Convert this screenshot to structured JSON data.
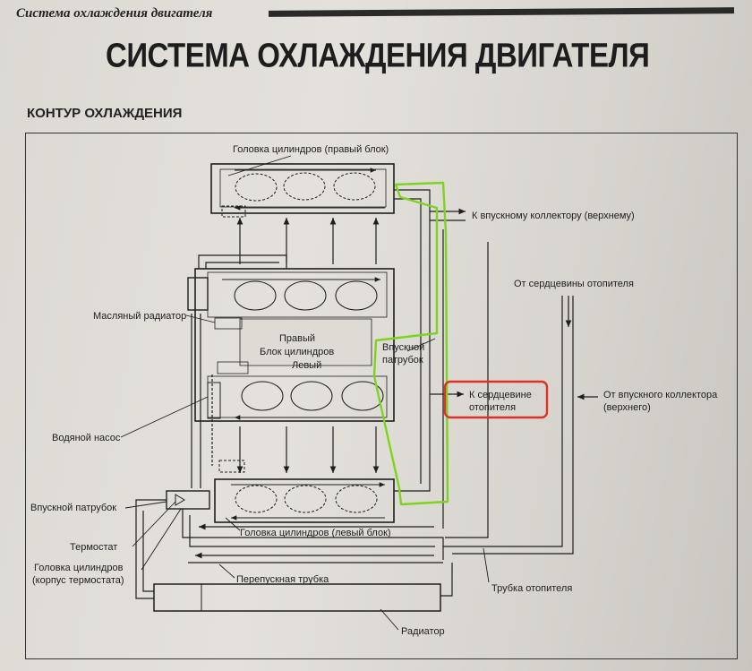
{
  "header": {
    "running_title": "Система охлаждения двигателя",
    "main_title": "СИСТЕМА ОХЛАЖДЕНИЯ ДВИГАТЕЛЯ",
    "section_title": "КОНТУР ОХЛАЖДЕНИЯ"
  },
  "labels": {
    "head_right": "Головка цилиндров (правый блок)",
    "to_intake_upper": "К впускному коллектору (верхнему)",
    "from_heater_core": "От сердцевины отопителя",
    "oil_cooler": "Масляный радиатор",
    "block_right": "Правый",
    "block_name": "Блок цилиндров",
    "block_left": "Левый",
    "inlet_pipe_upper_1": "Впускной",
    "inlet_pipe_upper_2": "патрубок",
    "to_heater_core_1": "К сердцевине",
    "to_heater_core_2": "отопителя",
    "from_intake_1": "От впускного коллектора",
    "from_intake_2": "(верхнего)",
    "water_pump": "Водяной насос",
    "inlet_pipe_lower": "Впускной патрубок",
    "thermostat": "Термостат",
    "head_thermo_1": "Головка цилиндров",
    "head_thermo_2": "(корпус термостата)",
    "head_left": "Головка цилиндров (левый блок)",
    "bypass_pipe": "Перепускная трубка",
    "heater_pipe": "Трубка отопителя",
    "radiator": "Радиатор"
  },
  "colors": {
    "ink": "#1e1e1e",
    "highlight_green": "#7ed321",
    "highlight_red": "#e0302a",
    "paper": "#dedbd5"
  }
}
